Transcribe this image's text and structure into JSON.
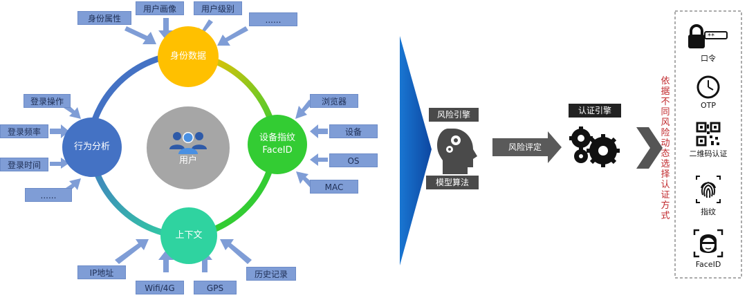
{
  "center": {
    "label": "用户"
  },
  "nodes": {
    "identity": {
      "label": "身份数据"
    },
    "behavior": {
      "label": "行为分析"
    },
    "device": {
      "line1": "设备指纹",
      "line2": "FaceID"
    },
    "context": {
      "label": "上下文"
    }
  },
  "identity_inputs": [
    "身份属性",
    "用户画像",
    "用户级别",
    "......"
  ],
  "behavior_inputs": [
    "登录操作",
    "登录频率",
    "登录时间",
    "......"
  ],
  "device_inputs": [
    "浏览器",
    "设备",
    "OS",
    "MAC"
  ],
  "context_inputs": [
    "IP地址",
    "Wifi/4G",
    "GPS",
    "历史记录"
  ],
  "risk_engine": {
    "title": "风险引擎",
    "algorithm": "模型算法"
  },
  "risk_rating": "风险评定",
  "auth_engine": {
    "title": "认证引擎"
  },
  "side_note": "依据不同风险动态选择认证方式",
  "auth_methods": [
    "口令",
    "OTP",
    "二维码认证",
    "指纹",
    "FaceID"
  ],
  "colors": {
    "identity": "#ffc000",
    "behavior": "#4472c4",
    "device": "#33cc33",
    "context": "#2fd3a0",
    "center": "#a6a6a6",
    "label_bg": "#7f9dd6",
    "big_arrow": "#1565c0",
    "note": "#c0282c"
  }
}
